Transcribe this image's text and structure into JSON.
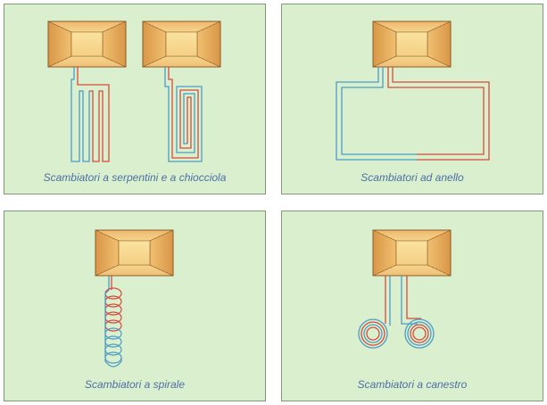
{
  "panels": [
    {
      "caption": "Scambiatori a serpentini e a chiocciola"
    },
    {
      "caption": "Scambiatori ad anello"
    },
    {
      "caption": "Scambiatori a spirale"
    },
    {
      "caption": "Scambiatori a canestro"
    }
  ],
  "colors": {
    "panel_bg": "#d9efcd",
    "panel_border": "#7f9a75",
    "pipe_blue": "#4c9cc8",
    "pipe_red": "#d84a3c",
    "caption": "#4e6fa6",
    "box_top": "#f7d68a",
    "box_side": "#e0a550",
    "box_edge": "#8a5a24"
  }
}
